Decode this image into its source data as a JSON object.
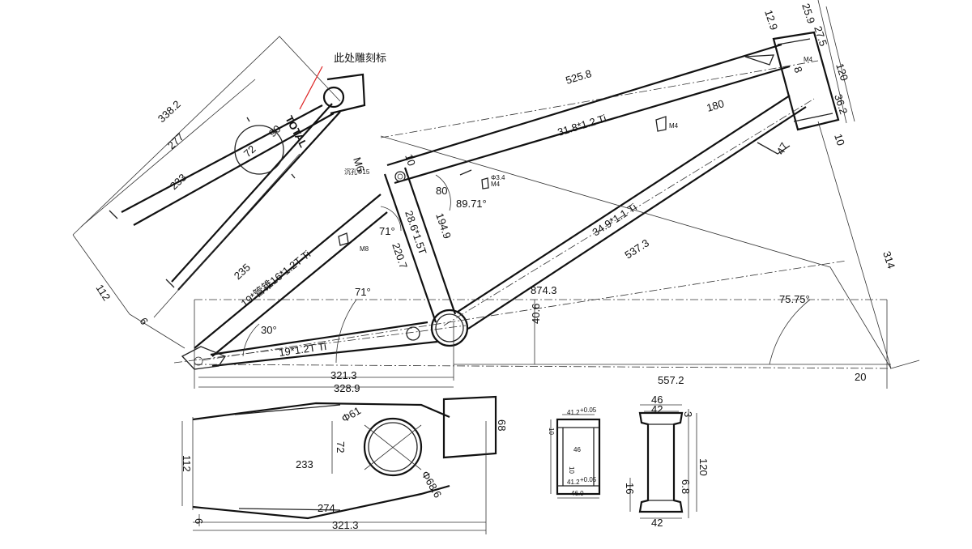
{
  "annotation": {
    "engraving_note": "此处雕刻标",
    "brand_mark": "TOTAL"
  },
  "tubes": {
    "top_tube": "31.8*1.2 Ti",
    "down_tube": "34.9*1.1 Ti",
    "seat_tube": "28.6*1.5T",
    "seat_stay": "19*管锥16*1.2T Ti",
    "chain_stay": "19*1.2T Ti"
  },
  "side_view_dims": {
    "d338_2": "338.2",
    "d277": "277",
    "d233": "233",
    "d90": "90",
    "d72": "72",
    "d112": "112",
    "d6": "6",
    "d235": "235",
    "d30deg": "30°",
    "d71deg_a": "71°",
    "d71deg_b": "71°",
    "d321_3": "321.3",
    "d328_9": "328.9",
    "d874_3": "874.3",
    "d40_6": "40.6",
    "d557_2": "557.2",
    "d20": "20",
    "d75_75deg": "75.75°",
    "d314": "314",
    "d537_3": "537.3",
    "d525_8": "525.8",
    "d180": "180",
    "d47": "47",
    "d10_a": "10",
    "d10_b": "10",
    "d80": "80",
    "d89_71deg": "89.71°",
    "d194_9": "194.9",
    "d220_7": "220.7",
    "dM6": "M6",
    "d12_9": "12.9",
    "d25_9": "25.9",
    "d27_5": "27.5",
    "d8": "8",
    "d120": "120",
    "d36_2": "36.2"
  },
  "small_labels": {
    "m4_a": "M4",
    "m4_b": "M4",
    "m4_c": "M4",
    "m8": "M8",
    "hole": "Φ3.4",
    "tapped_hole": "沉孔Φ15"
  },
  "bottom_view_dims": {
    "d61": "Φ61",
    "d72": "72",
    "d233": "233",
    "d112": "112",
    "d68_6": "Φ68.6",
    "d274": "274",
    "d6": "6",
    "d321_3": "321.3",
    "d68": "68"
  },
  "detail_small": {
    "top": "41.2",
    "top_tol": "+0.05",
    "mid": "46",
    "bottom": "41.2",
    "bottom_tol": "+0.05",
    "width": "46.0",
    "left_a": "10",
    "left_b": "10"
  },
  "head_tube_detail": {
    "d46": "46",
    "d42_top": "42",
    "d3": "3",
    "d120": "120",
    "d16": "16",
    "d6_8": "6.8",
    "d42_bottom": "42"
  }
}
